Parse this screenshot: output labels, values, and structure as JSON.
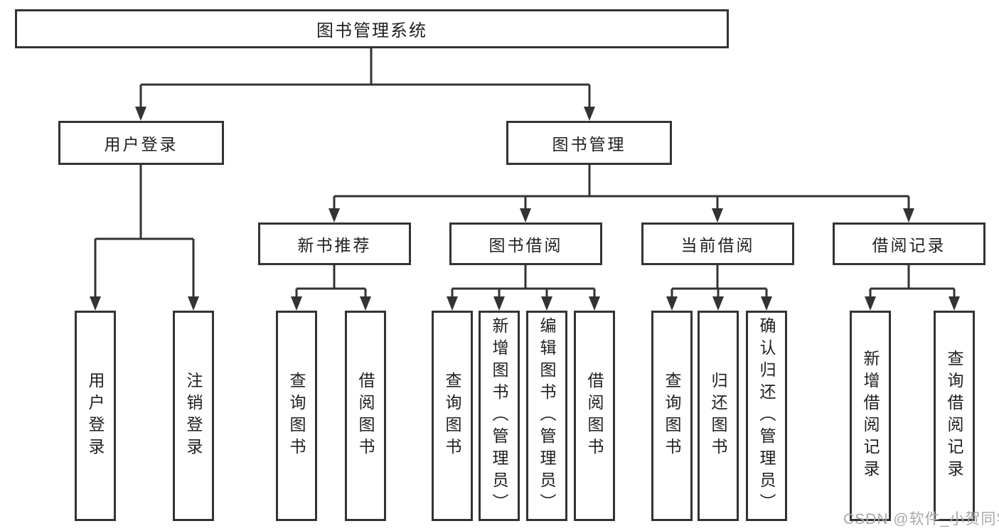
{
  "diagram": {
    "root": {
      "label": "图书管理系统"
    },
    "level2": [
      {
        "label": "用户登录"
      },
      {
        "label": "图书管理"
      }
    ],
    "login_children": [
      {
        "label": "用户登录"
      },
      {
        "label": "注销登录"
      }
    ],
    "level3": [
      {
        "label": "新书推荐"
      },
      {
        "label": "图书借阅"
      },
      {
        "label": "当前借阅"
      },
      {
        "label": "借阅记录"
      }
    ],
    "new_book_children": [
      {
        "label": "查询图书"
      },
      {
        "label": "借阅图书"
      }
    ],
    "borrow_children": [
      {
        "label": "查询图书"
      },
      {
        "label": "新增图书（管理员）"
      },
      {
        "label": "编辑图书（管理员）"
      },
      {
        "label": "借阅图书"
      }
    ],
    "current_children": [
      {
        "label": "查询图书"
      },
      {
        "label": "归还图书"
      },
      {
        "label": "确认归还（管理员）"
      }
    ],
    "record_children": [
      {
        "label": "新增借阅记录"
      },
      {
        "label": "查询借阅记录"
      }
    ]
  },
  "watermark": {
    "text": "CSDN @软件_小贺同学"
  },
  "colors": {
    "line": "#333333",
    "text": "#1f1f1f",
    "background": "#ffffff",
    "watermark": "#a8a8a8"
  }
}
